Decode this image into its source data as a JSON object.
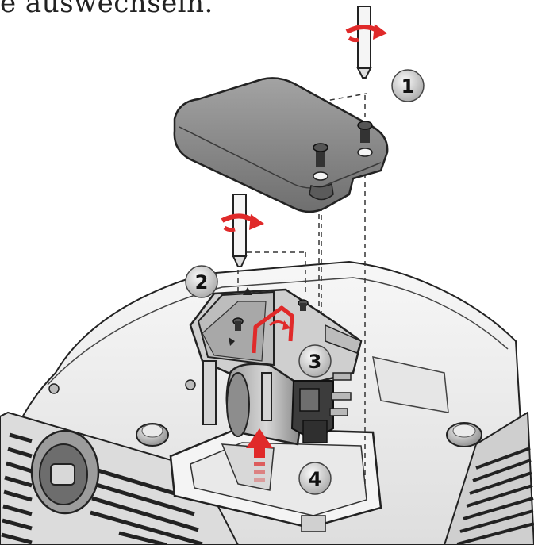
{
  "caption": "e auswechseln.",
  "steps": [
    {
      "label": "1"
    },
    {
      "label": "2"
    },
    {
      "label": "3"
    },
    {
      "label": "4"
    }
  ],
  "colors": {
    "accent": "#e02a2a",
    "line": "#222222",
    "body": "#f2f2f2",
    "cover": "#8a8a8a",
    "badge": "#d6d6d6"
  },
  "icons": [
    "screwdriver-icon",
    "rotate-arrow-icon",
    "screw-icon",
    "up-arrow-icon"
  ]
}
